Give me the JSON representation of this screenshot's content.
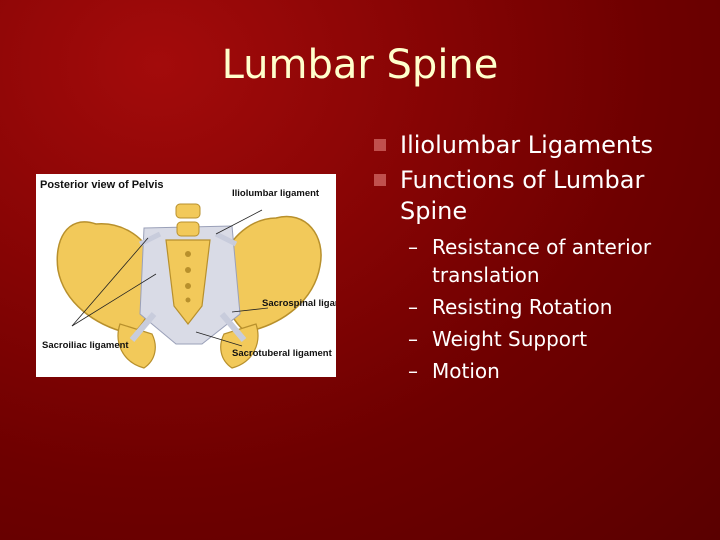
{
  "slide": {
    "title": "Lumbar Spine",
    "figure": {
      "caption": "Posterior view of Pelvis",
      "labels": {
        "iliolumbar": "Iliolumbar ligament",
        "sacrospinal": "Sacrospinal ligament",
        "sacroiliac": "Sacroiliac ligament",
        "sacrotuberal": "Sacrotuberal ligament"
      }
    },
    "bullets": [
      {
        "text": "Iliolumbar Ligaments"
      },
      {
        "text": "Functions of Lumbar Spine",
        "sub": [
          "Resistance of anterior translation",
          "Resisting Rotation",
          "Weight Support",
          "Motion"
        ]
      }
    ],
    "colors": {
      "background": "#7a0000",
      "title": "#ffffcc",
      "bullet_marker": "#c0504d",
      "text": "#ffffff"
    }
  }
}
